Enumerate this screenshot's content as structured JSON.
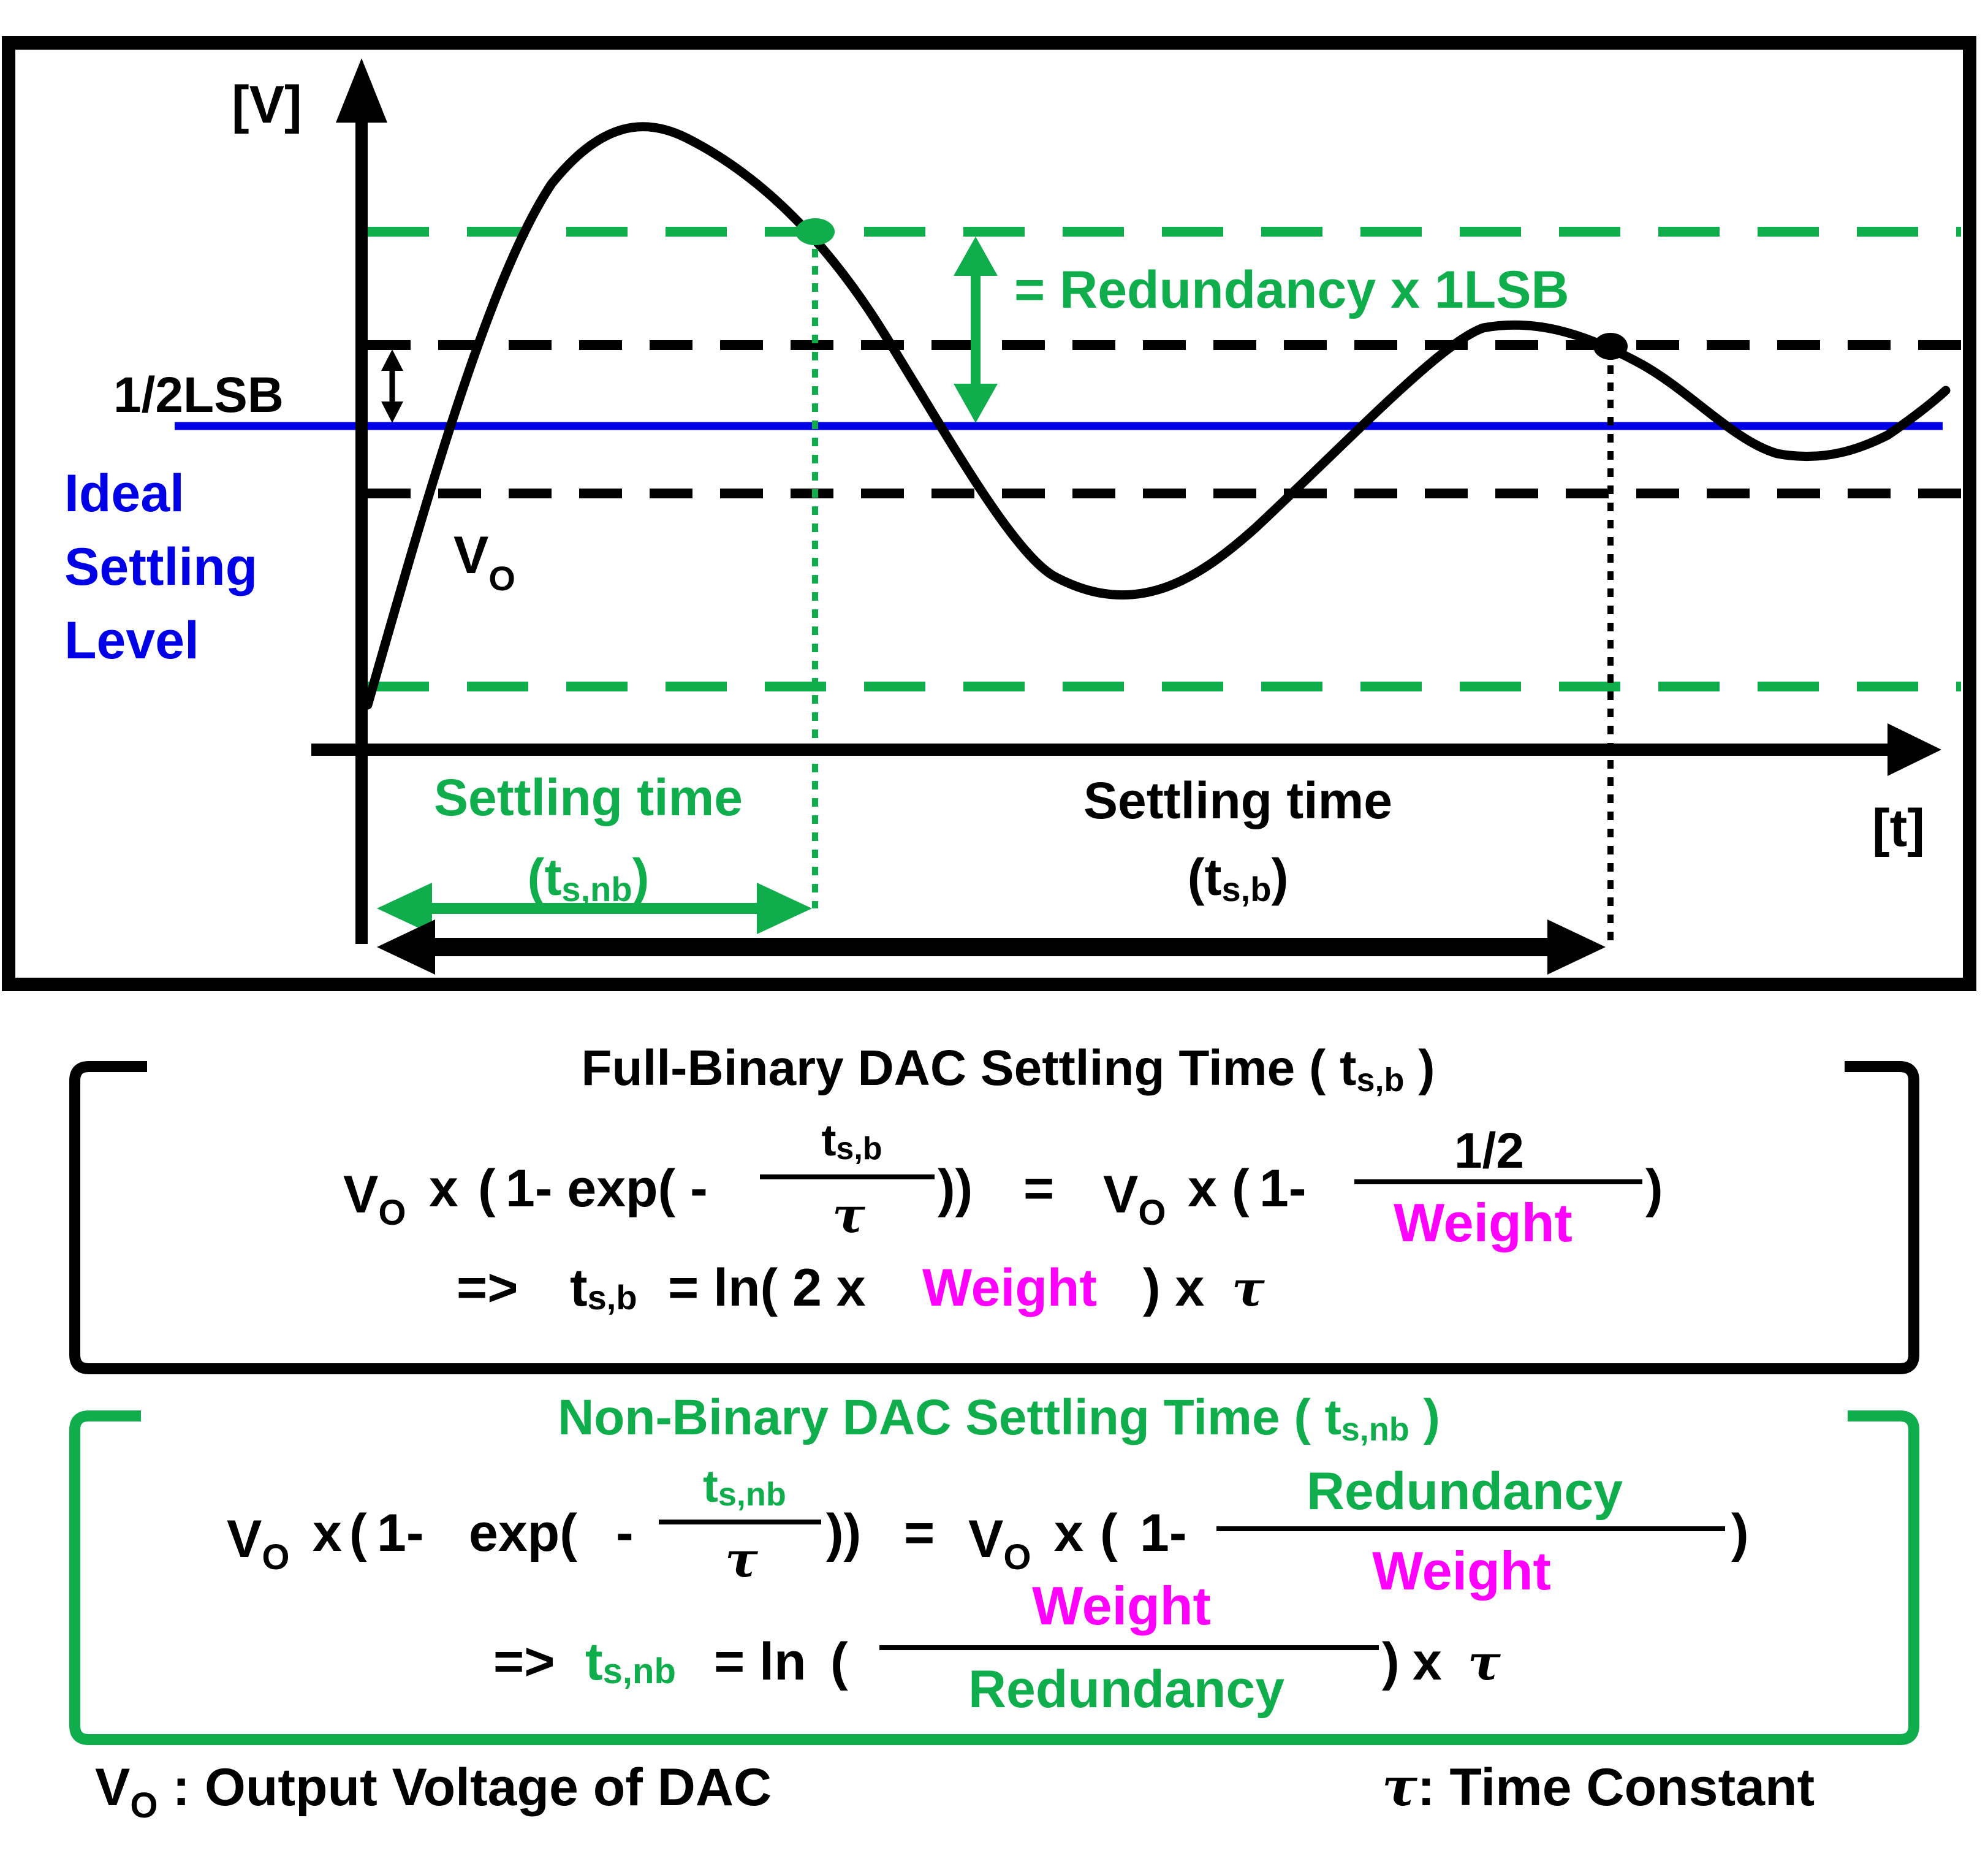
{
  "graph": {
    "y_axis_label": "[V]",
    "x_axis_label": "[t]",
    "redundancy_label": "= Redundancy x 1LSB",
    "half_lsb_label": "1/2LSB",
    "ideal_label": [
      "Ideal",
      "Settling",
      "Level"
    ],
    "vo_label": {
      "main": "V",
      "sub": "O"
    },
    "settling_nb": {
      "line1": "Settling time",
      "t": "t",
      "sub": "s,nb"
    },
    "settling_b": {
      "line1": "Settling time",
      "t": "t",
      "sub": "s,b"
    }
  },
  "full_binary": {
    "title": {
      "main": "Full-Binary DAC Settling Time (",
      "t": "t",
      "sub": "s,b",
      "close": ")"
    },
    "eq1": {
      "v": "V",
      "v_sub": "O",
      "x1": "x",
      "open": "(",
      "one_minus": "1- exp( -",
      "num_t": "t",
      "num_sub": "s,b",
      "den": "τ",
      "close": "))",
      "equals": "=",
      "v2": "V",
      "v2_sub": "O",
      "x2": "x",
      "open2": "(",
      "one_minus2": "1-",
      "num2": "1/2",
      "den2": "Weight",
      "close2": ")"
    },
    "eq2": {
      "arrow": "=>",
      "t": "t",
      "sub": "s,b",
      "eq_ln": "= ln( 2 x",
      "weight": "Weight",
      "tail": ") x",
      "tau": "τ"
    }
  },
  "non_binary": {
    "title": {
      "main": "Non-Binary DAC Settling Time (",
      "t": "t",
      "sub": "s,nb",
      "close": ")"
    },
    "eq1": {
      "v": "V",
      "v_sub": "O",
      "x1": "x",
      "open": "(",
      "one_minus": "1-",
      "exp": "exp(",
      "minus": "-",
      "num_t": "t",
      "num_sub": "s,nb",
      "den": "τ",
      "close": "))",
      "equals": "=",
      "v2": "V",
      "v2_sub": "O",
      "x2": "x",
      "open2": "(",
      "one_minus2": "1-",
      "num2": "Redundancy",
      "den2": "Weight",
      "close2": ")"
    },
    "eq2": {
      "arrow": "=>",
      "t": "t",
      "sub": "s,nb",
      "eq_ln": "= ln",
      "open": "(",
      "num": "Weight",
      "den": "Redundancy",
      "close": ")",
      "x": "x",
      "tau": "τ"
    }
  },
  "footer": {
    "vo": "V",
    "vo_sub": "O",
    "vo_def": ": Output Voltage of DAC",
    "tau": "τ",
    "tau_def": ": Time Constant"
  },
  "colors": {
    "black": "#000000",
    "green": "#0fad4c",
    "blue": "#0000e6",
    "magenta": "#ff00ff"
  }
}
